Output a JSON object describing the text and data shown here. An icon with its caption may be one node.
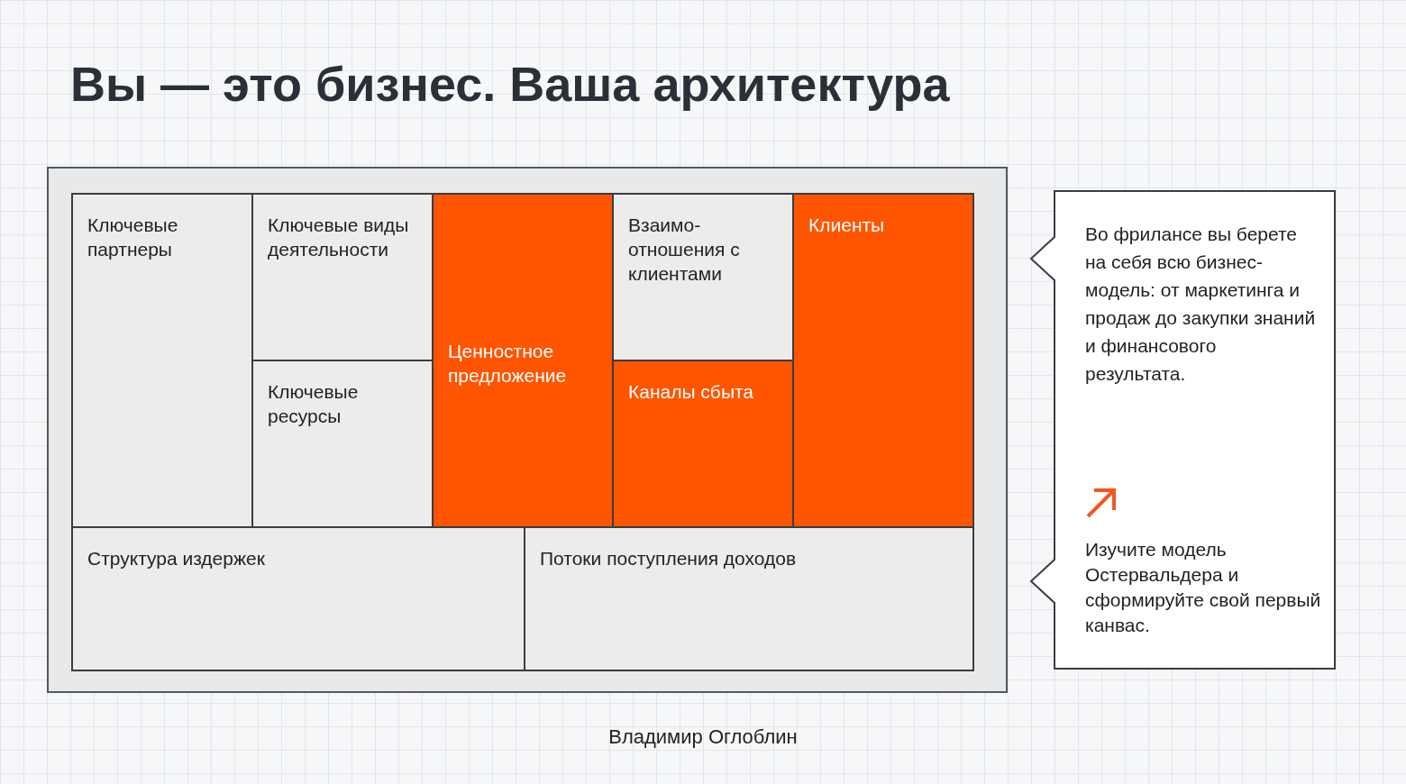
{
  "diagram": {
    "title": "Вы — это бизнес. Ваша архитектура",
    "nodes": [
      {
        "text": [],
        "shape": "box"
      },
      {
        "text": [
          "Ключевые партнеры"
        ],
        "in": 0
      },
      {
        "text": [
          "Ключевые виды деятельности"
        ],
        "in": 0
      },
      {
        "text": [
          "Ключевые ресурсы"
        ],
        "in": 0
      },
      {
        "text": [
          "Ценностное предложение"
        ],
        "in": 0
      },
      {
        "text": [
          "Взаимо- отношения с клиентами"
        ],
        "in": 0
      },
      {
        "text": [
          "Каналы сбыта"
        ],
        "in": 0
      },
      {
        "text": [
          "Клиенты"
        ],
        "in": 0
      },
      {
        "text": [
          "Структура издержек"
        ],
        "in": 0
      },
      {
        "text": [
          "Потоки поступления доходов"
        ],
        "in": 0
      },
      {
        "text": [
          "Во фрилансе вы берете на себя всю бизнес-модель: от маркетинга и продаж до закупки знаний и финансового результата.",
          "Изучите модель Остервальдера и сформируйте свой первый канвас."
        ]
      }
    ],
    "labels": [
      "Владимир Оглоблин"
    ]
  }
}
